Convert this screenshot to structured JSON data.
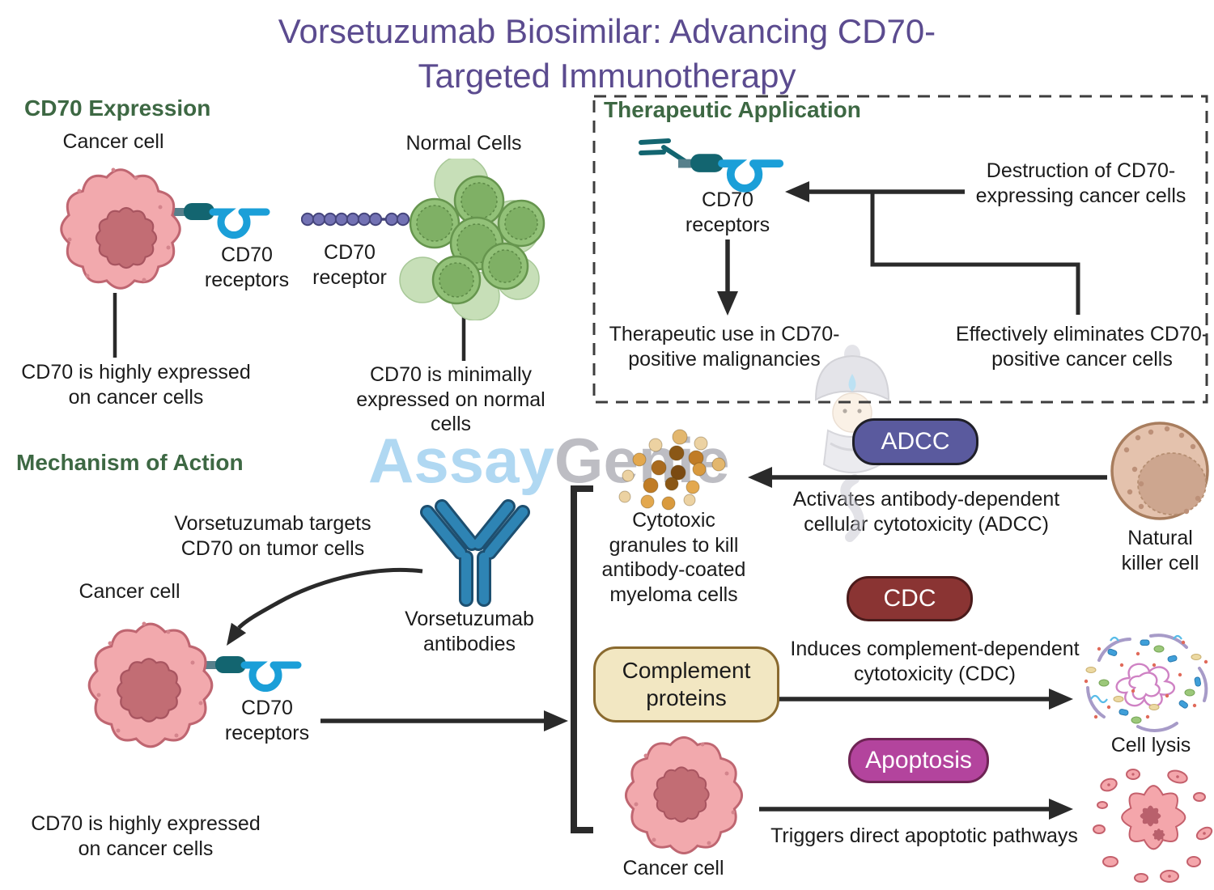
{
  "title": "Vorsetuzumab Biosimilar: Advancing CD70-Targeted Immunotherapy",
  "watermark": {
    "brand_blue": "Assay",
    "brand_gray": "Genie"
  },
  "colors": {
    "title_purple": "#5b4b8f",
    "heading_green": "#3d6843",
    "receptor_blue": "#1b9fd8",
    "receptor_teal": "#136570",
    "cancer_cell_pink": "#f2a9ad",
    "normal_cell_green": "#92c178",
    "adcc_badge": "#5a5a9e",
    "cdc_badge": "#8a3433",
    "apoptosis_badge": "#b3449d",
    "complement_box_fill": "#f2e7c2",
    "complement_box_border": "#8a6a2f",
    "arrow_black": "#2a2a2a"
  },
  "cd70_expression": {
    "heading": "CD70 Expression",
    "cancer_cell_label": "Cancer cell",
    "receptors_label": "CD70 receptors",
    "receptor_label": "CD70 receptor",
    "normal_cells_label": "Normal Cells",
    "cancer_note": "CD70 is highly expressed on cancer cells",
    "normal_note": "CD70 is minimally expressed on normal cells"
  },
  "therapeutic_application": {
    "heading": "Therapeutic Application",
    "receptors_label": "CD70 receptors",
    "destruction_note": "Destruction of CD70-expressing cancer cells",
    "use_note": "Therapeutic use in CD70-positive malignancies",
    "eliminate_note": "Effectively eliminates CD70-positive cancer cells"
  },
  "mechanism_of_action": {
    "heading": "Mechanism of Action",
    "targets_note": "Vorsetuzumab targets CD70 on tumor cells",
    "cancer_cell_label": "Cancer cell",
    "receptors_label": "CD70 receptors",
    "antibody_label": "Vorsetuzumab antibodies",
    "cancer_note": "CD70 is highly expressed on cancer cells"
  },
  "pathways": {
    "adcc": {
      "badge": "ADCC",
      "granules_label": "Cytotoxic granules to kill antibody-coated myeloma cells",
      "note": "Activates antibody-dependent cellular cytotoxicity (ADCC)",
      "nk_label": "Natural killer cell"
    },
    "cdc": {
      "badge": "CDC",
      "complement_box": "Complement proteins",
      "note": "Induces complement-dependent cytotoxicity (CDC)",
      "lysis_label": "Cell lysis"
    },
    "apoptosis": {
      "badge": "Apoptosis",
      "note": "Triggers direct apoptotic pathways",
      "cancer_cell_label": "Cancer cell"
    }
  }
}
